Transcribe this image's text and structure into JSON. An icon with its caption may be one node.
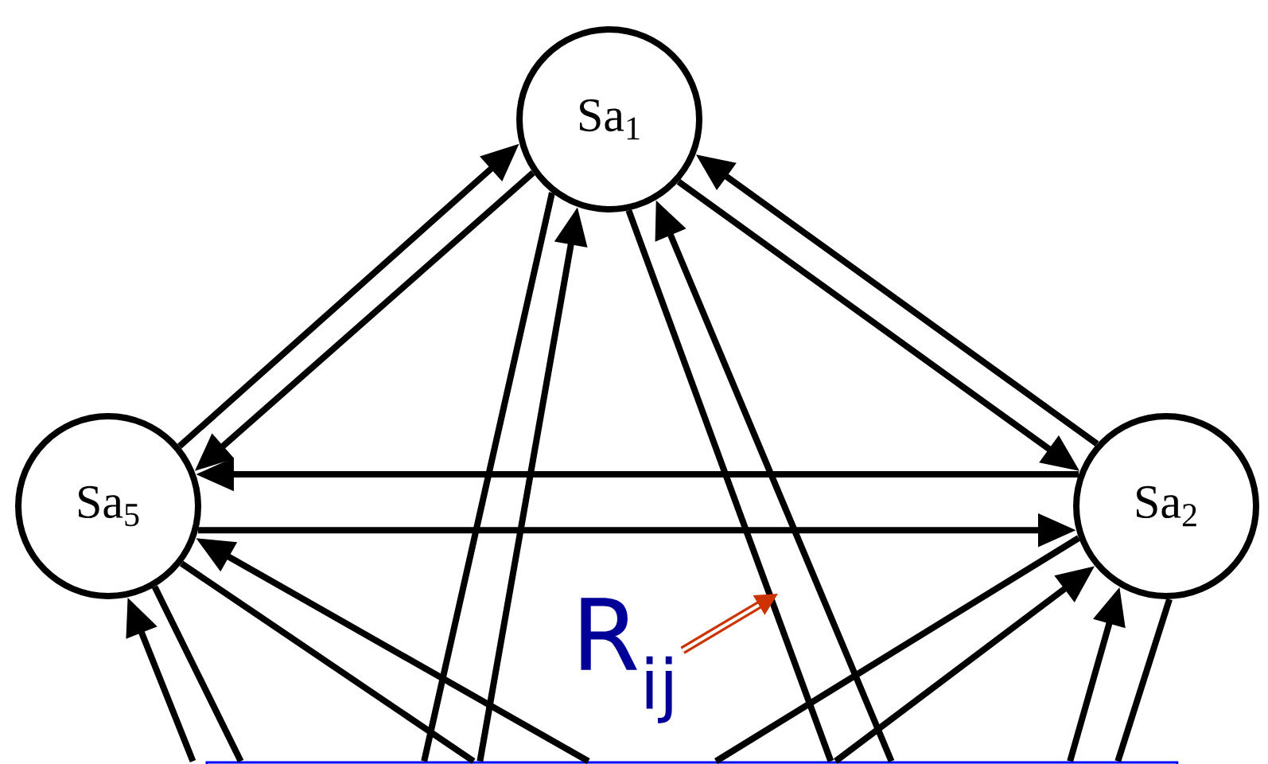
{
  "diagram": {
    "nodes": [
      {
        "text": [
          "Sa$_{1}$"
        ]
      },
      {
        "text": [
          "Sa$_{5}$"
        ]
      },
      {
        "text": [
          "Sa$_{2}$"
        ]
      },
      {
        "text": [
          "R$_{ij}$"
        ]
      },
      {
        "text": [],
        "shape": "box"
      }
    ],
    "edges": [
      {
        "from": 1,
        "to": 0,
        "arrow": "to"
      },
      {
        "from": 0,
        "to": 1,
        "arrow": "to"
      },
      {
        "from": 2,
        "to": 0,
        "arrow": "to"
      },
      {
        "from": 0,
        "to": 2,
        "arrow": "to"
      },
      {
        "from": 2,
        "to": 1,
        "arrow": "to"
      },
      {
        "from": 1,
        "to": 2,
        "arrow": "to"
      },
      {
        "from": 4,
        "to": 0,
        "arrow": "to"
      },
      {
        "from": 0,
        "to": 4,
        "arrow": "none"
      },
      {
        "from": 4,
        "to": 0,
        "arrow": "to"
      },
      {
        "from": 0,
        "to": 4,
        "arrow": "none"
      },
      {
        "from": 4,
        "to": 1,
        "arrow": "to"
      },
      {
        "from": 1,
        "to": 4,
        "arrow": "none"
      },
      {
        "from": 4,
        "to": 1,
        "arrow": "to"
      },
      {
        "from": 1,
        "to": 4,
        "arrow": "none"
      },
      {
        "from": 4,
        "to": 2,
        "arrow": "to"
      },
      {
        "from": 2,
        "to": 4,
        "arrow": "none"
      },
      {
        "from": 4,
        "to": 2,
        "arrow": "to"
      },
      {
        "from": 2,
        "to": 4,
        "arrow": "none"
      },
      {
        "from": 3,
        "to": null,
        "arrow": "to",
        "color": "#cc3300"
      }
    ]
  }
}
